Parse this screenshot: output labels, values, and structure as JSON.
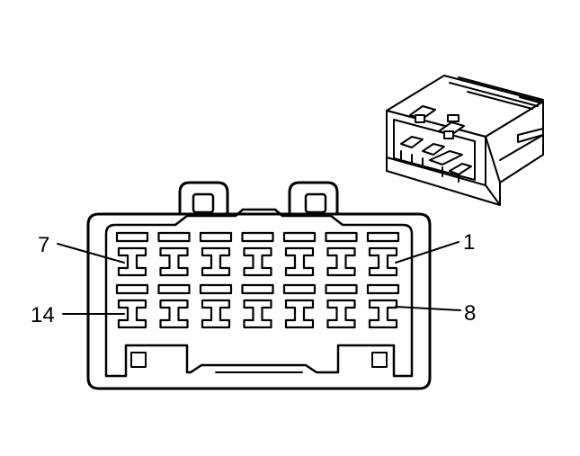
{
  "diagram": {
    "type": "connector-end-view",
    "pin_labels": {
      "top_right": "1",
      "top_left": "7",
      "bottom_right": "8",
      "bottom_left": "14"
    },
    "rows": 2,
    "cavities_per_row": 7,
    "colors": {
      "line": "#000000",
      "background": "#ffffff"
    }
  }
}
